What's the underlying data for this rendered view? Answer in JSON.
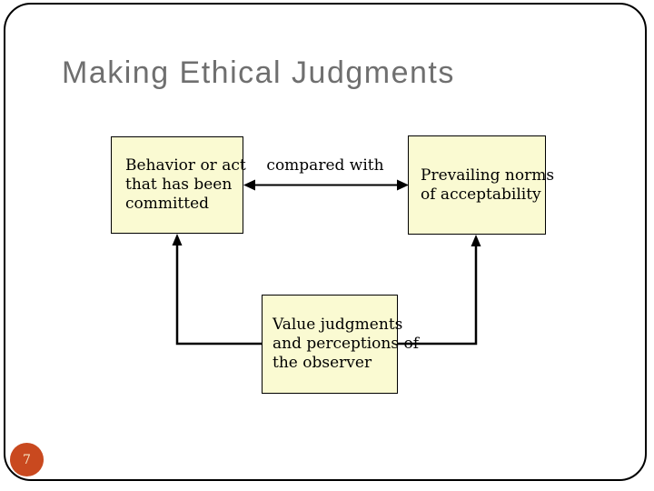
{
  "slide": {
    "title": "Making Ethical Judgments",
    "page_number": "7",
    "boxes": {
      "behavior": {
        "text": "Behavior or act that has been committed",
        "lines": [
          "Behavior or act",
          "that has been",
          "committed"
        ]
      },
      "norms": {
        "text": "Prevailing norms of acceptability",
        "lines": [
          "Prevailing norms",
          "of acceptability"
        ]
      },
      "values": {
        "text": "Value judgments and perceptions of the observer",
        "lines": [
          "Value judgments",
          "and perceptions of",
          "the observer"
        ]
      }
    },
    "connector_label": "compared with",
    "connections": [
      "behavior <-> norms (double-headed arrow, labeled 'compared with')",
      "values -> behavior (elbow connector, arrow up)",
      "values -> norms (elbow connector, arrow up)"
    ],
    "colors": {
      "box_fill": "#FAFAD2",
      "box_border": "#000000",
      "title_text": "#6F6F6F",
      "arrow": "#000000",
      "badge_bg": "#C9491F",
      "badge_text": "#F6E3C2",
      "background": "#FFFFFF"
    }
  }
}
